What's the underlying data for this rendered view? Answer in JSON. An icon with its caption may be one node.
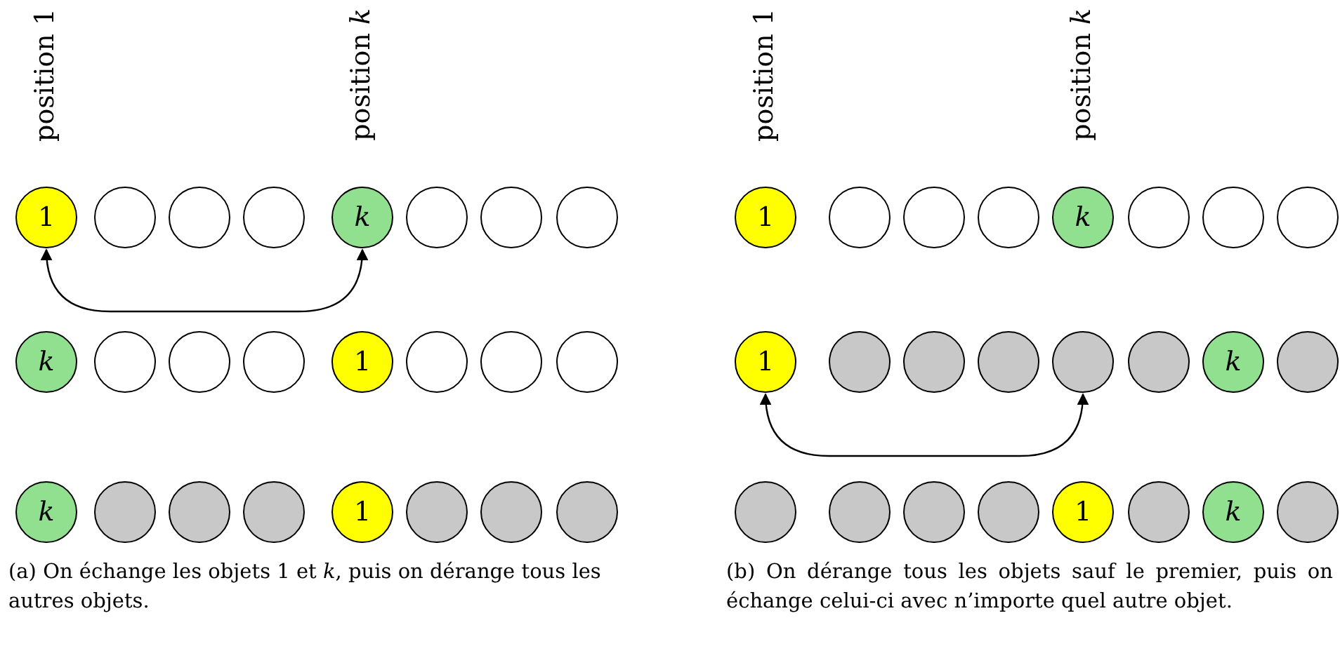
{
  "diagram": {
    "nodes": [
      {
        "text": [
          "1"
        ]
      },
      {
        "text": [],
        "shape": "circle"
      },
      {
        "text": [],
        "shape": "circle"
      },
      {
        "text": [],
        "shape": "circle"
      },
      {
        "text": [
          "k"
        ]
      },
      {
        "text": [],
        "shape": "circle"
      },
      {
        "text": [],
        "shape": "circle"
      },
      {
        "text": [],
        "shape": "circle"
      },
      {
        "text": [
          "k"
        ]
      },
      {
        "text": [],
        "shape": "circle"
      },
      {
        "text": [],
        "shape": "circle"
      },
      {
        "text": [],
        "shape": "circle"
      },
      {
        "text": [
          "1"
        ]
      },
      {
        "text": [],
        "shape": "circle"
      },
      {
        "text": [],
        "shape": "circle"
      },
      {
        "text": [],
        "shape": "circle"
      },
      {
        "text": [
          "k"
        ]
      },
      {
        "text": [],
        "shape": "circle"
      },
      {
        "text": [],
        "shape": "circle"
      },
      {
        "text": [],
        "shape": "circle"
      },
      {
        "text": [
          "1"
        ]
      },
      {
        "text": [],
        "shape": "circle"
      },
      {
        "text": [],
        "shape": "circle"
      },
      {
        "text": [],
        "shape": "circle"
      },
      {
        "text": [
          "1"
        ]
      },
      {
        "text": [],
        "shape": "circle"
      },
      {
        "text": [],
        "shape": "circle"
      },
      {
        "text": [],
        "shape": "circle"
      },
      {
        "text": [
          "k"
        ]
      },
      {
        "text": [],
        "shape": "circle"
      },
      {
        "text": [],
        "shape": "circle"
      },
      {
        "text": [],
        "shape": "circle"
      },
      {
        "text": [
          "1"
        ]
      },
      {
        "text": [],
        "shape": "circle"
      },
      {
        "text": [],
        "shape": "circle"
      },
      {
        "text": [],
        "shape": "circle"
      },
      {
        "text": [],
        "shape": "circle"
      },
      {
        "text": [],
        "shape": "circle"
      },
      {
        "text": [
          "k"
        ]
      },
      {
        "text": [],
        "shape": "circle"
      },
      {
        "text": [],
        "shape": "circle"
      },
      {
        "text": [],
        "shape": "circle"
      },
      {
        "text": [],
        "shape": "circle"
      },
      {
        "text": [],
        "shape": "circle"
      },
      {
        "text": [
          "1"
        ]
      },
      {
        "text": [],
        "shape": "circle"
      },
      {
        "text": [
          "k"
        ]
      },
      {
        "text": [],
        "shape": "circle"
      }
    ],
    "edges": [
      {
        "from": 0,
        "to": 4,
        "arrow": "both"
      },
      {
        "from": 32,
        "to": 36,
        "arrow": "both"
      }
    ],
    "labels": [
      "position 1",
      "position *k*",
      "position 1",
      "position *k*",
      "(a) On échange les objets 1 et *k*, puis on dérange tous les autres objets.",
      "(b) On dérange tous les objets sauf le premier, puis on échange celui-ci avec n’importe quel autre objet."
    ]
  }
}
